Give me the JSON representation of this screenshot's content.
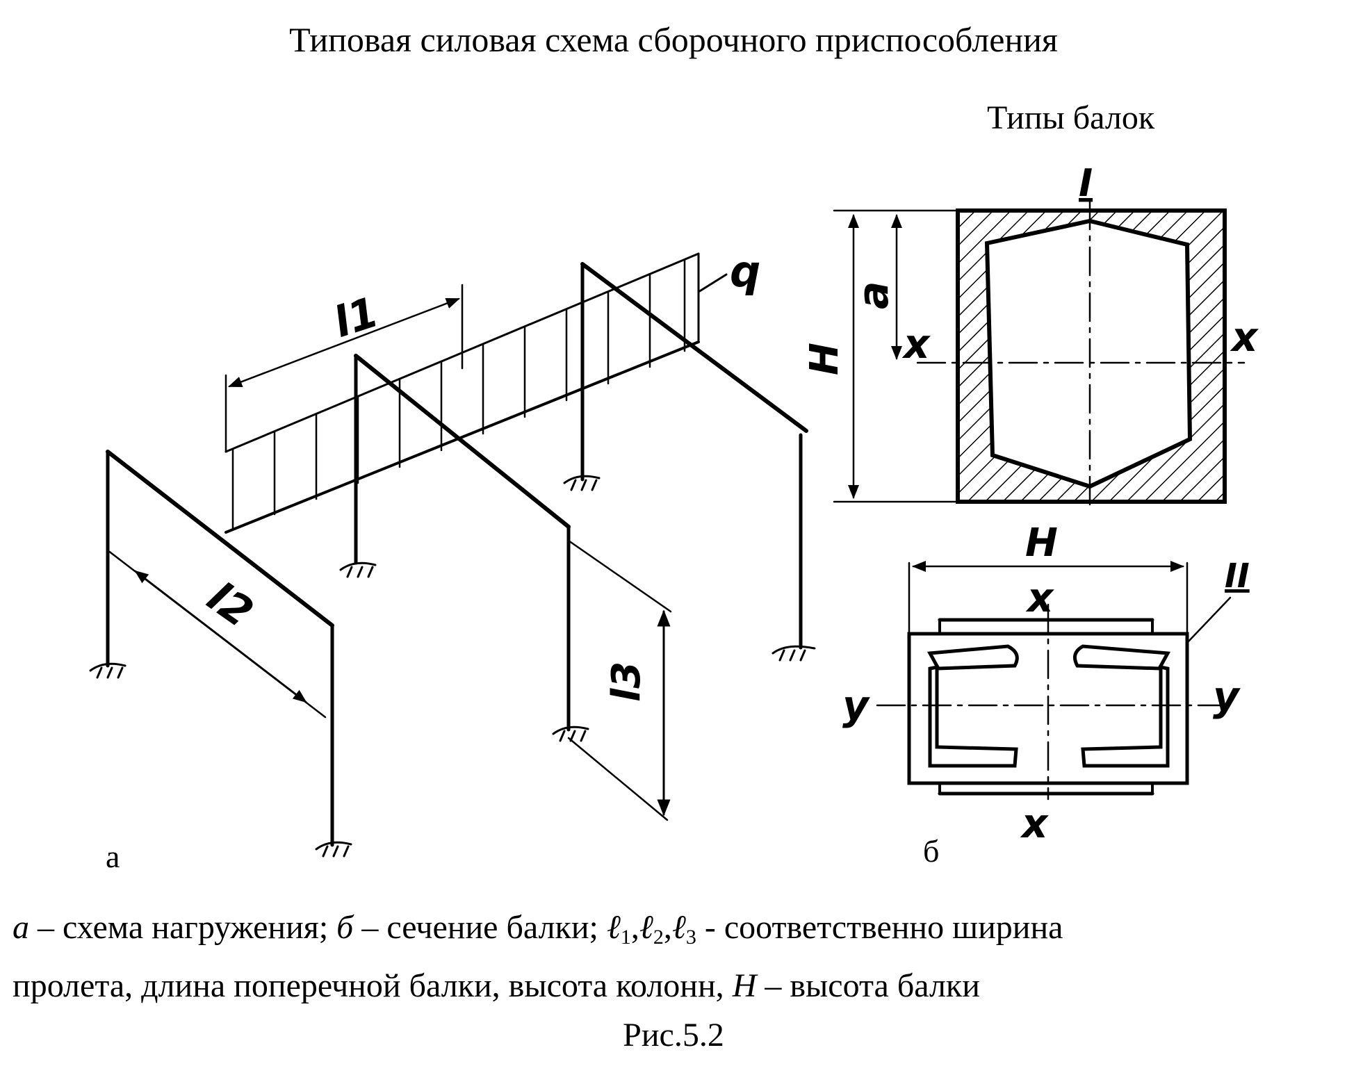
{
  "title": "Типовая силовая схема сборочного приспособления",
  "beam_types_heading": "Типы балок",
  "panel_a": {
    "label": "а",
    "load_label": "q",
    "dim_l1": "l1",
    "dim_l2": "l2",
    "dim_l3": "l3"
  },
  "panel_b": {
    "label": "б",
    "section1": {
      "roman": "I",
      "dim_H": "H",
      "dim_a": "a",
      "axis_x_left": "x",
      "axis_x_right": "x"
    },
    "section2": {
      "roman": "II",
      "dim_H": "H",
      "axis_x_top": "x",
      "axis_x_bottom": "x",
      "axis_y_left": "y",
      "axis_y_right": "y"
    }
  },
  "caption": {
    "a_sym": "а",
    "a_text": " – схема нагружения; ",
    "b_sym": "б",
    "b_text": " – сечение балки; ",
    "l": "ℓ",
    "s1": "1",
    "s2": "2",
    "s3": "3",
    "rest_line1": " - соответственно ширина",
    "line2a": "пролета, длина поперечной балки, высота колонн, ",
    "H": "H",
    "line2b": " – высота балки"
  },
  "figure_number": "Рис.5.2"
}
